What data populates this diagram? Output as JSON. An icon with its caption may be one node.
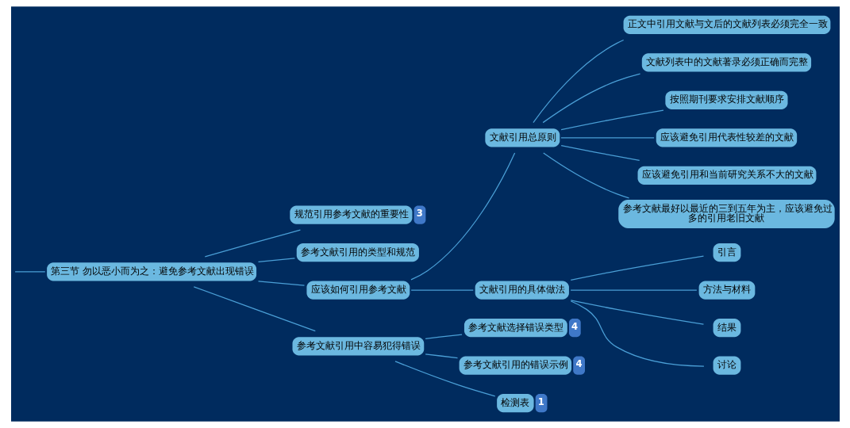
{
  "diagram": {
    "nodes": [
      {
        "text": [
          "第三节 勿以恶小而为之：避免参考文献出现错误"
        ]
      },
      {
        "text": [
          "规范引用参考文献的重要性"
        ],
        "beside": [
          "3"
        ]
      },
      {
        "text": [
          "参考文献引用的类型和规范"
        ]
      },
      {
        "text": [
          "应该如何引用参考文献"
        ]
      },
      {
        "text": [
          "文献引用总原则"
        ]
      },
      {
        "text": [
          "正文中引用文献与文后的文献列表必须完全一致"
        ]
      },
      {
        "text": [
          "文献列表中的文献著录必须正确而完整"
        ]
      },
      {
        "text": [
          "按照期刊要求安排文献顺序"
        ]
      },
      {
        "text": [
          "应该避免引用代表性较差的文献"
        ]
      },
      {
        "text": [
          "应该避免引用和当前研究关系不大的文献"
        ]
      },
      {
        "text": [
          "参考文献最好以最近的三到五年为主，应该避免过多的引用老旧文献"
        ]
      },
      {
        "text": [
          "文献引用的具体做法"
        ]
      },
      {
        "text": [
          "引言"
        ]
      },
      {
        "text": [
          "方法与材料"
        ]
      },
      {
        "text": [
          "结果"
        ]
      },
      {
        "text": [
          "讨论"
        ]
      },
      {
        "text": [
          "参考文献引用中容易犯得错误"
        ]
      },
      {
        "text": [
          "参考文献选择错误类型"
        ],
        "beside": [
          "4"
        ]
      },
      {
        "text": [
          "参考文献引用的错误示例"
        ],
        "beside": [
          "4"
        ]
      },
      {
        "text": [
          "检测表"
        ],
        "beside": [
          "1"
        ]
      }
    ],
    "edges": [
      {
        "from": null,
        "to": 0,
        "arrow": "none"
      },
      {
        "from": 0,
        "to": 1,
        "arrow": "none"
      },
      {
        "from": 0,
        "to": 2,
        "arrow": "none"
      },
      {
        "from": 0,
        "to": 3,
        "arrow": "none"
      },
      {
        "from": 0,
        "to": 16,
        "arrow": "none"
      },
      {
        "from": 3,
        "to": 4,
        "arrow": "none"
      },
      {
        "from": 3,
        "to": 11,
        "arrow": "none"
      },
      {
        "from": 4,
        "to": 5,
        "arrow": "none"
      },
      {
        "from": 4,
        "to": 6,
        "arrow": "none"
      },
      {
        "from": 4,
        "to": 7,
        "arrow": "none"
      },
      {
        "from": 4,
        "to": 8,
        "arrow": "none"
      },
      {
        "from": 4,
        "to": 9,
        "arrow": "none"
      },
      {
        "from": 4,
        "to": 10,
        "arrow": "none"
      },
      {
        "from": 11,
        "to": 12,
        "arrow": "none"
      },
      {
        "from": 11,
        "to": 13,
        "arrow": "none"
      },
      {
        "from": 11,
        "to": 14,
        "arrow": "none"
      },
      {
        "from": 11,
        "to": 15,
        "arrow": "none"
      },
      {
        "from": 16,
        "to": 17,
        "arrow": "none"
      },
      {
        "from": 16,
        "to": 18,
        "arrow": "none"
      },
      {
        "from": 16,
        "to": 19,
        "arrow": "none"
      }
    ]
  }
}
